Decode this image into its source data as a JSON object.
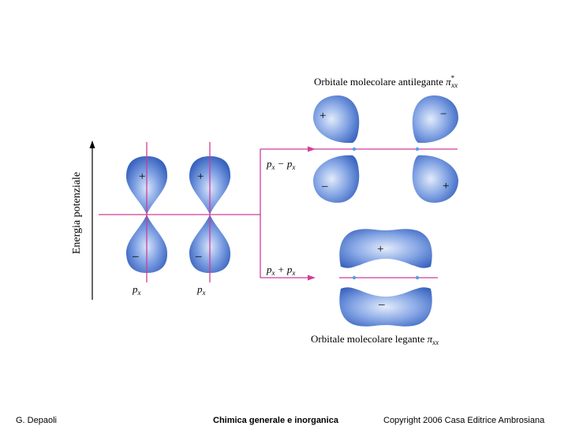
{
  "axis": {
    "ylabel": "Energia potenziale"
  },
  "atomic_orbitals": [
    {
      "label_base": "p",
      "label_sub": "x",
      "sign_top": "+",
      "sign_bottom": "–"
    },
    {
      "label_base": "p",
      "label_sub": "x",
      "sign_top": "+",
      "sign_bottom": "–"
    }
  ],
  "combinations": {
    "minus": {
      "a": "p",
      "a_sub": "x",
      "op": "−",
      "b": "p",
      "b_sub": "x"
    },
    "plus": {
      "a": "p",
      "a_sub": "x",
      "op": "+",
      "b": "p",
      "b_sub": "x"
    }
  },
  "antibonding": {
    "title_text": "Orbitale molecolare antilegante ",
    "title_symbol": "π",
    "title_sup": "*",
    "title_sub": "xx",
    "signs": {
      "top_left": "+",
      "top_right": "−",
      "bottom_left": "–",
      "bottom_right": "+"
    }
  },
  "bonding": {
    "title_text": "Orbitale molecolare legante ",
    "title_symbol": "π",
    "title_sub": "xx",
    "signs": {
      "top": "+",
      "bottom": "–"
    }
  },
  "footer": {
    "author": "G. Depaoli",
    "book": "Chimica generale e inorganica",
    "copyright": "Copyright 2006 Casa Editrice Ambrosiana"
  },
  "colors": {
    "accent_magenta": "#d03c9a",
    "orbital_blue": "#2a5dbd",
    "orbital_light": "#cfdcf6"
  }
}
